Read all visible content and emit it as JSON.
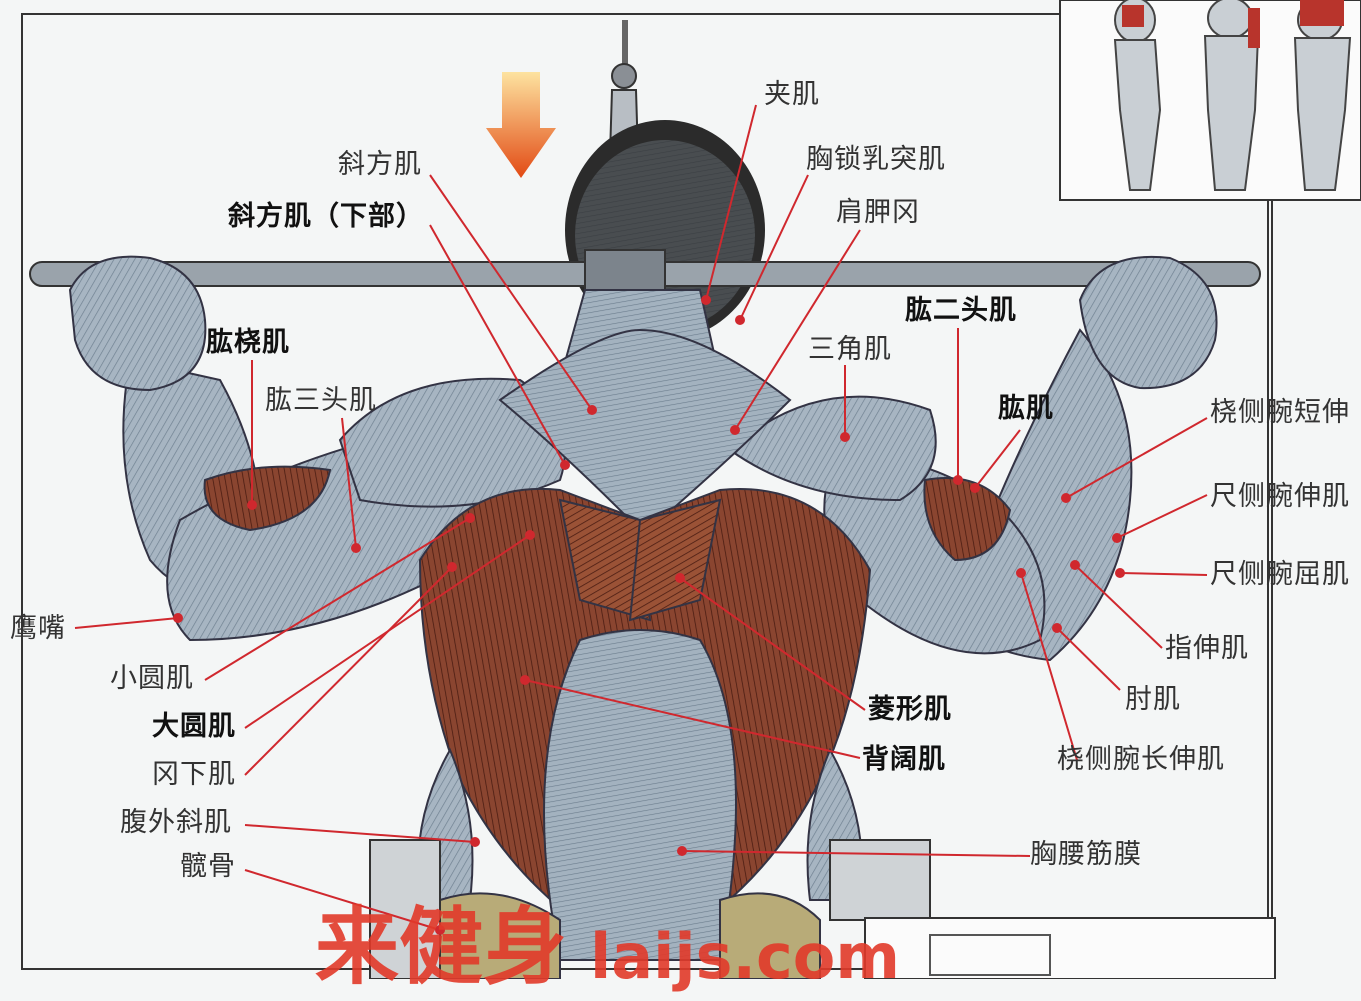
{
  "labels": {
    "jiaji": "夹肌",
    "xiefangji": "斜方肌",
    "xiongsuorutuji": "胸锁乳突肌",
    "xiefangji_xiabu": "斜方肌（下部）",
    "jianjiagang": "肩胛冈",
    "gongerrouji": "肱二头肌",
    "gongraoji": "肱桡肌",
    "sanjiaoji": "三角肌",
    "gongsantouji": "肱三头肌",
    "gongji": "肱肌",
    "raoce_wan_duan_shen": "桡侧腕短伸",
    "chice_wan_shen": "尺侧腕伸肌",
    "chice_wan_qu": "尺侧腕屈肌",
    "yingzui": "鹰嘴",
    "zhishenji": "指伸肌",
    "xiaoyuanji": "小圆肌",
    "zhouji": "肘肌",
    "lingxingji": "菱形肌",
    "dayuanji": "大圆肌",
    "beikuoji": "背阔肌",
    "gangxiaji": "冈下肌",
    "raoce_wan_chang_shen": "桡侧腕长伸肌",
    "fuwaixieji": "腹外斜肌",
    "xiongyaojinmo": "胸腰筋膜",
    "kuangu": "髋骨"
  },
  "watermark": {
    "cn": "来健身",
    "domain": "laijs.com"
  },
  "colors": {
    "muscle": "#a9b7c3",
    "muscle_dark": "#5d6f80",
    "red_muscle": "#7a3322",
    "arrow": "#e8641e",
    "leader": "#d0282e",
    "watermark": "#e23a2a"
  }
}
